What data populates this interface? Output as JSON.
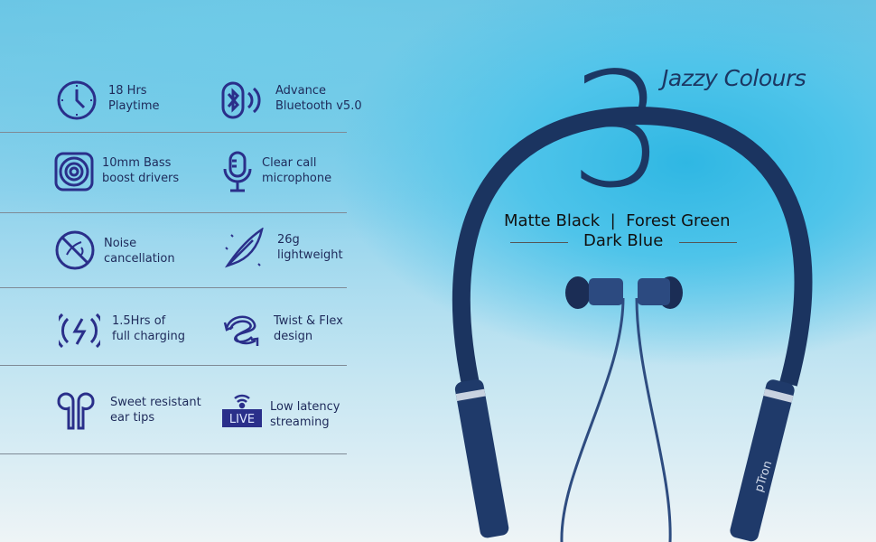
{
  "features": [
    {
      "line1": "18 Hrs",
      "line2": "Playtime",
      "icon": "clock-icon"
    },
    {
      "line1": "Advance",
      "line2": "Bluetooth v5.0",
      "icon": "bluetooth-icon"
    },
    {
      "line1": "10mm Bass",
      "line2": "boost drivers",
      "icon": "speaker-icon"
    },
    {
      "line1": "Clear call",
      "line2": "microphone",
      "icon": "microphone-icon"
    },
    {
      "line1": "Noise",
      "line2": "cancellation",
      "icon": "noise-cancel-icon"
    },
    {
      "line1": "26g",
      "line2": "lightweight",
      "icon": "feather-icon"
    },
    {
      "line1": "1.5Hrs of",
      "line2": "full charging",
      "icon": "charging-icon"
    },
    {
      "line1": "Twist & Flex",
      "line2": "design",
      "icon": "twist-icon"
    },
    {
      "line1": "Sweet resistant",
      "line2": "ear tips",
      "icon": "earbuds-icon"
    },
    {
      "line1": "Low latency",
      "line2": "streaming",
      "icon": "live-stream-icon",
      "badge": "LIVE"
    }
  ],
  "hero": {
    "number": "3",
    "title": "Jazzy Colours",
    "colors_line1": "Matte Black  |  Forest Green",
    "colors_line2": "Dark Blue",
    "brand": "pTron"
  },
  "colors": {
    "primary": "#1e2a7a",
    "headphone": "#1e3766"
  }
}
